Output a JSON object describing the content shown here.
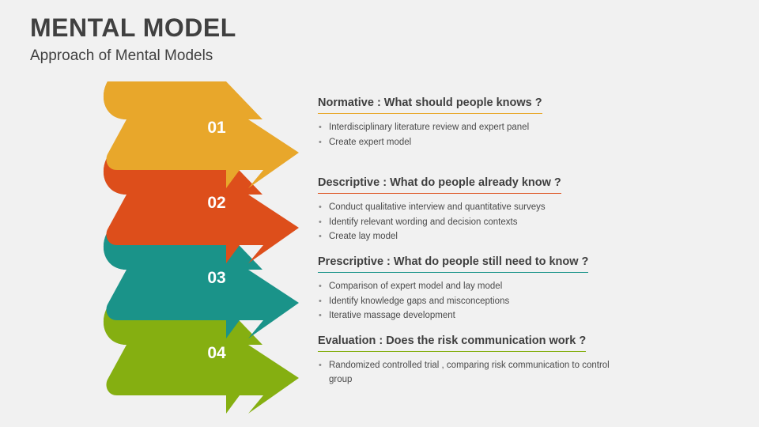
{
  "header": {
    "title": "MENTAL MODEL",
    "subtitle": "Approach of Mental Models"
  },
  "colors": {
    "background": "#f1f1f1",
    "title_text": "#404040",
    "body_text": "#4a4a4a",
    "heading_text": "#3f3f3f",
    "step1_main": "#E8A72B",
    "step1_fold": "#C3870F",
    "step2_main": "#DD4E1B",
    "step2_fold": "#A83418",
    "step3_main": "#1A9389",
    "step3_fold": "#166A63",
    "step4_main": "#85AF11",
    "step4_fold": "#6E9310",
    "number_text": "#ffffff"
  },
  "steps": [
    {
      "number": "01",
      "heading": "Normative : What should people knows ?",
      "accent": "#E8A72B",
      "bullets": [
        "Interdisciplinary literature review and expert panel",
        "Create expert model"
      ]
    },
    {
      "number": "02",
      "heading": "Descriptive : What do people already know ?",
      "accent": "#DD4E1B",
      "bullets": [
        "Conduct qualitative interview and quantitative surveys",
        "Identify relevant wording and decision contexts",
        "Create lay model"
      ]
    },
    {
      "number": "03",
      "heading": "Prescriptive : What do people still need to know ?",
      "accent": "#1A9389",
      "bullets": [
        "Comparison of expert model and lay model",
        "Identify knowledge gaps and misconceptions",
        "Iterative massage development"
      ]
    },
    {
      "number": "04",
      "heading": "Evaluation : Does the risk communication work ?",
      "accent": "#85AF11",
      "bullets": [
        "Randomized controlled trial , comparing risk communication to control group"
      ]
    }
  ]
}
